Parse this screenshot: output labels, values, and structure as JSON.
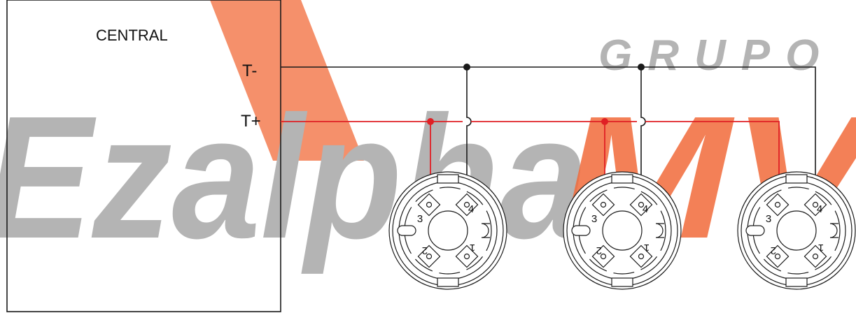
{
  "panel": {
    "label": "CENTRAL"
  },
  "terminals": {
    "negative": "T-",
    "positive": "T+"
  },
  "watermark": {
    "brand_word": "Ezalpha",
    "brand_suffix": "MV",
    "group_word": "GRUPO"
  },
  "detector_bases": [
    {
      "terminals": [
        "3",
        "4",
        "2",
        "1"
      ]
    },
    {
      "terminals": [
        "3",
        "4",
        "2",
        "1"
      ]
    },
    {
      "terminals": [
        "3",
        "4",
        "2",
        "1"
      ]
    }
  ],
  "colors": {
    "negative_wire": "#1a1a1a",
    "positive_wire": "#e02025",
    "watermark_gray": "#b4b4b4",
    "watermark_orange": "#f26b3a"
  }
}
